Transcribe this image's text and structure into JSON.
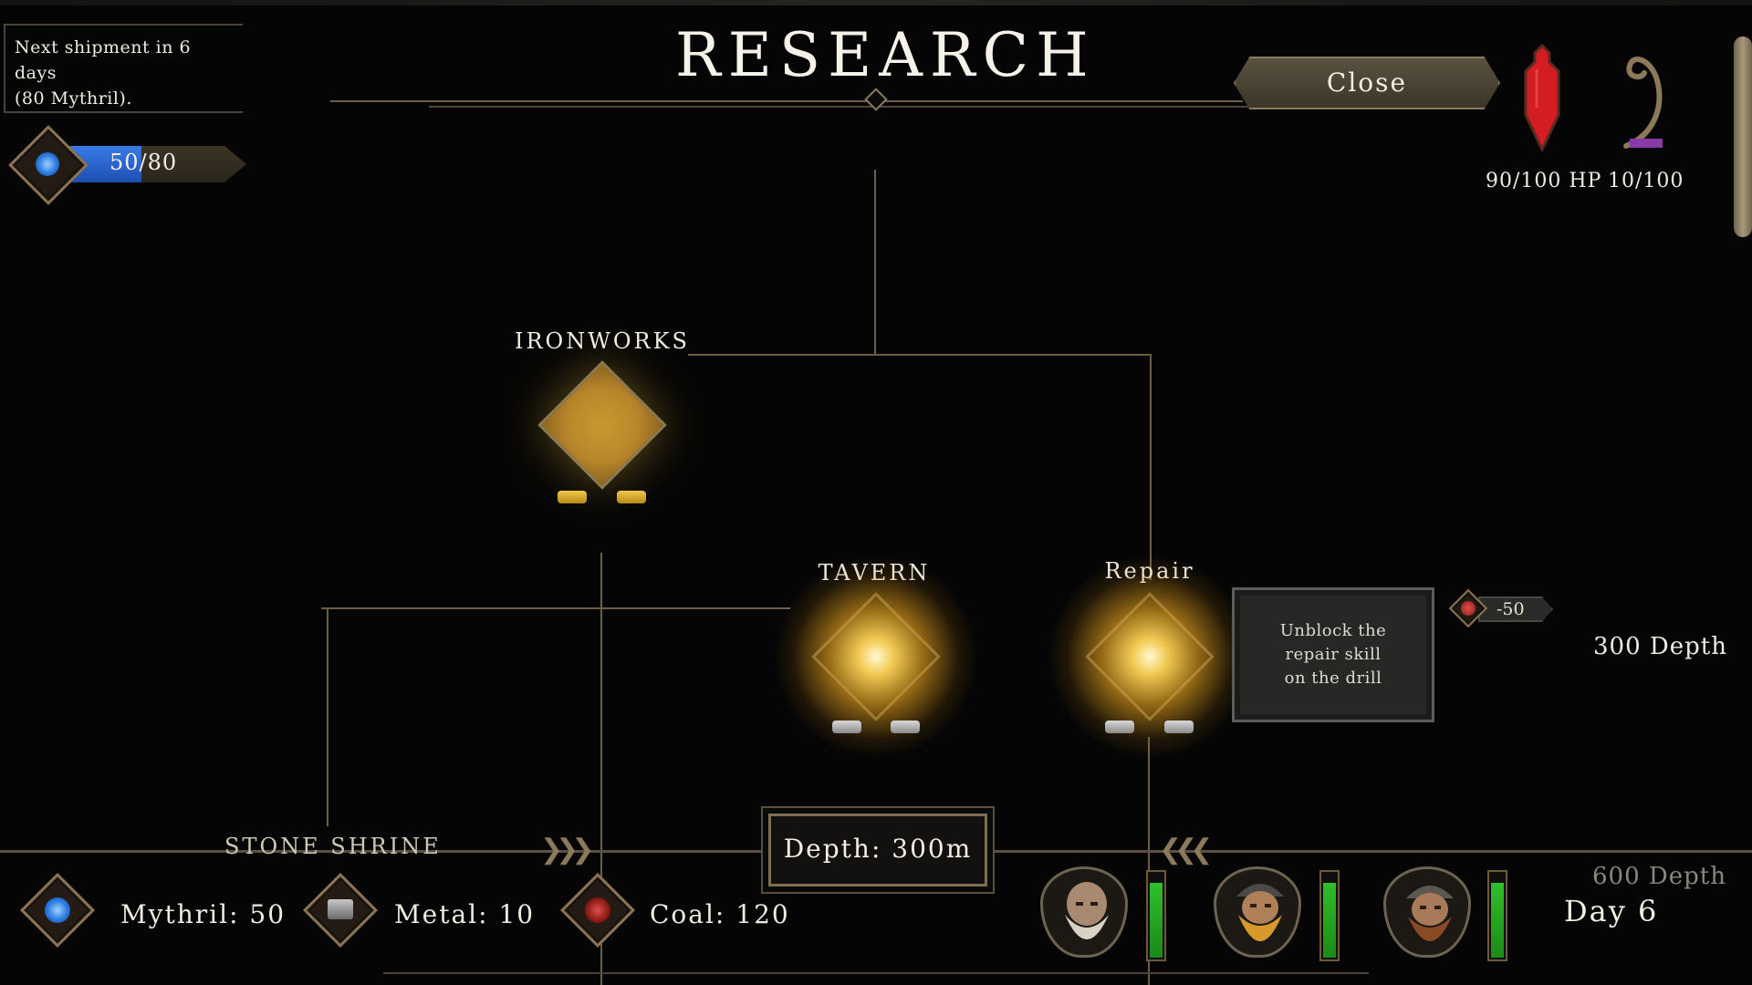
{
  "header": {
    "title": "RESEARCH",
    "close_label": "Close",
    "shipment_line1": "Next shipment in 6 days",
    "shipment_line2": "(80 Mythril)."
  },
  "mythril_progress": {
    "text": "50/80",
    "current": 50,
    "max": 80
  },
  "status": {
    "hp_text": "90/100 HP",
    "corruption_text": "10/100",
    "hp_color": "#d41d22",
    "corruption_color": "#8a3aa8"
  },
  "tree": {
    "nodes": [
      {
        "id": "ironworks",
        "label": "IRONWORKS",
        "state": "locked"
      },
      {
        "id": "tavern",
        "label": "TAVERN",
        "state": "available"
      },
      {
        "id": "repair",
        "label": "Repair",
        "state": "available"
      }
    ],
    "tooltip": {
      "line1": "Unblock the",
      "line2": "repair skill",
      "line3": "on the drill"
    },
    "cost": "-50",
    "depth_marker": "300 Depth"
  },
  "bottom": {
    "stone_shrine": "STONE SHRINE",
    "depth_badge": "Depth: 300m",
    "resources": {
      "mythril": "Mythril: 50",
      "metal": "Metal: 10",
      "coal": "Coal: 120"
    },
    "crew_health": [
      0.85,
      0.85,
      0.85
    ],
    "depth_600": "600 Depth",
    "day": "Day 6"
  },
  "colors": {
    "accent_gold": "#d8a834",
    "frame": "#6d5f45",
    "mythril_blue": "#3a7be6",
    "coal_red": "#b02a22",
    "health_green": "#2fbf2c"
  }
}
